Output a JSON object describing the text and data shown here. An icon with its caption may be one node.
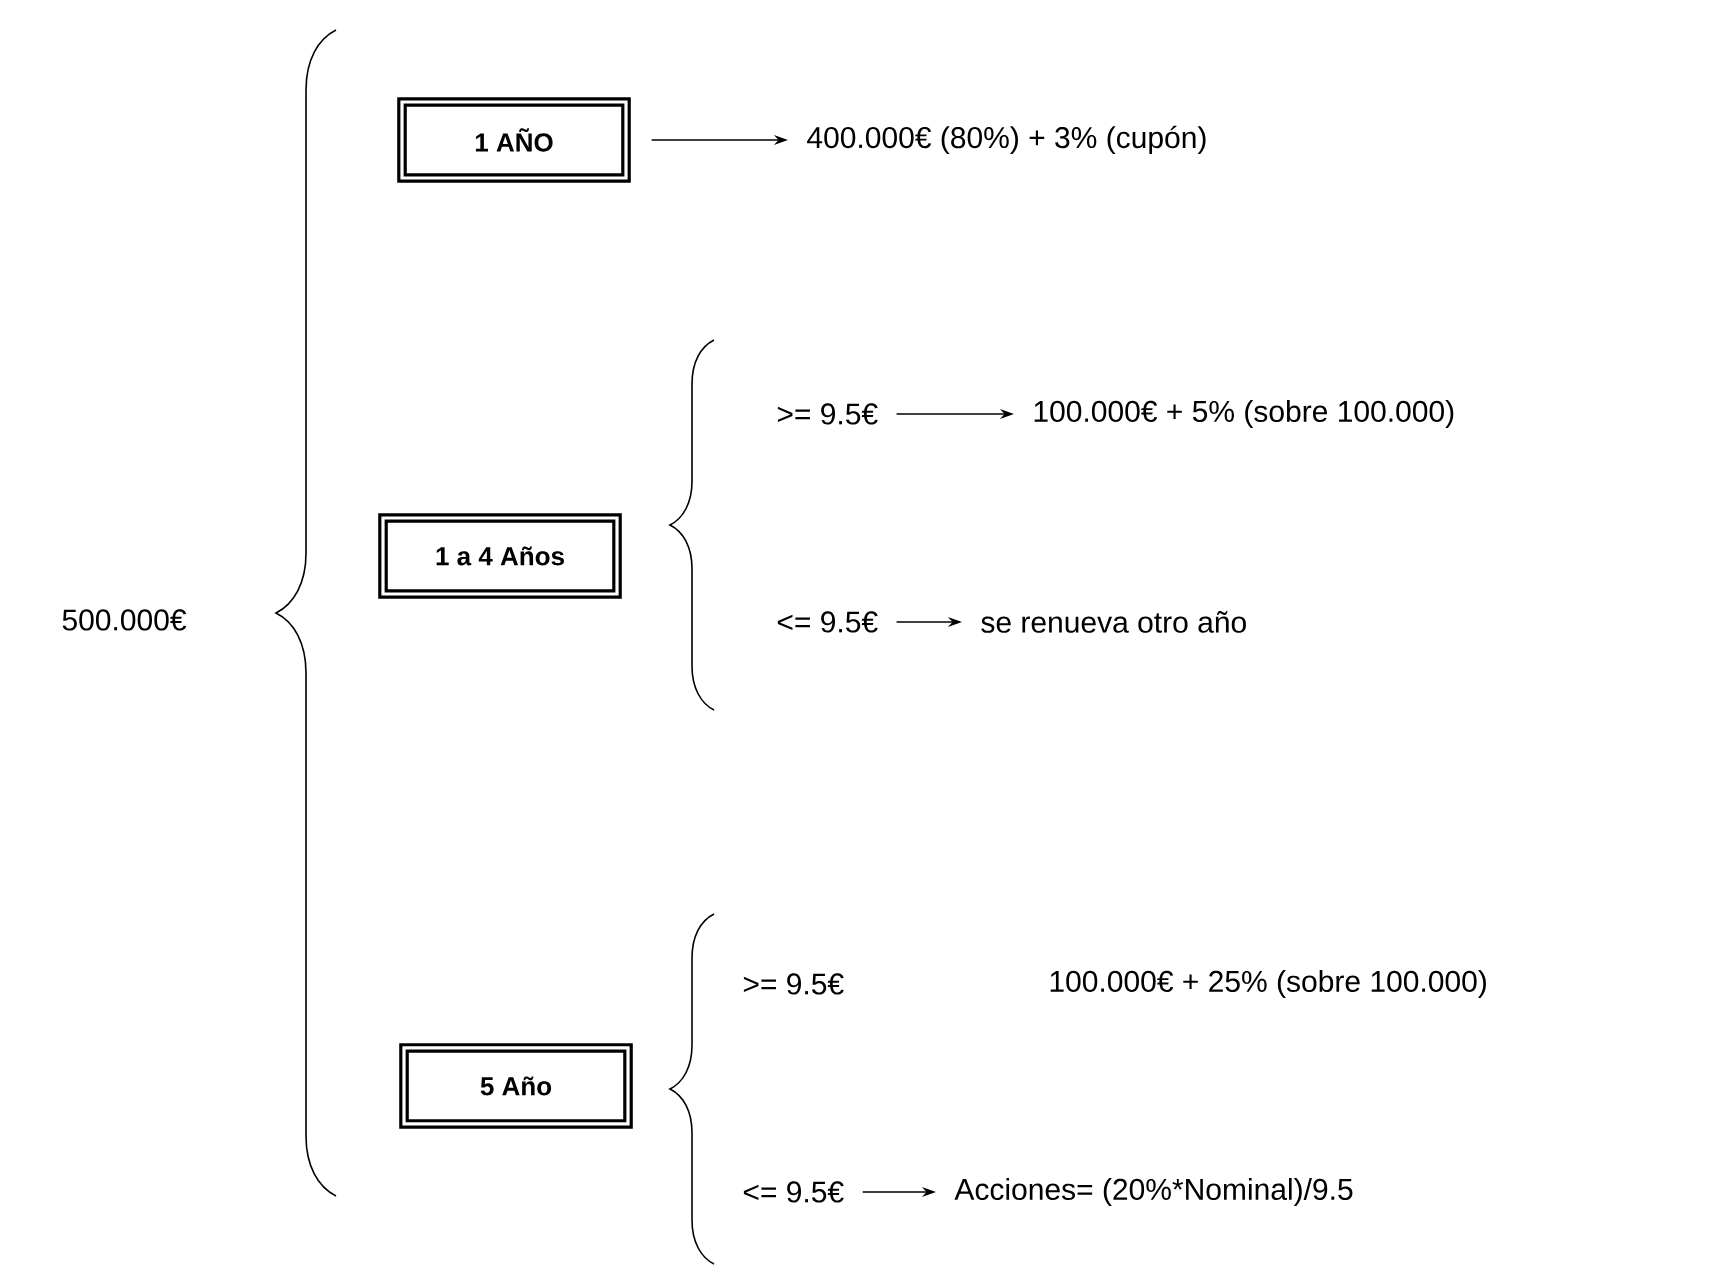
{
  "diagram": {
    "nodes": [
      {
        "text": [
          "1 AÑO"
        ]
      },
      {
        "text": [
          "400.000€ (80%) + 3% (cupón)"
        ]
      },
      {
        "text": [
          "1 a 4 Años"
        ]
      },
      {
        "text": [
          ">= 9.5€"
        ]
      },
      {
        "text": [
          "100.000€ + 5% (sobre 100.000)"
        ]
      },
      {
        "text": [
          "<= 9.5€"
        ]
      },
      {
        "text": [
          "se renueva otro año"
        ]
      },
      {
        "text": [
          "5 Año"
        ]
      },
      {
        "text": [
          "<= 9.5€"
        ]
      },
      {
        "text": [
          "Acciones= (20%*Nominal)/9.5"
        ]
      }
    ],
    "edges": [
      {
        "from": 0,
        "to": 1,
        "arrow": "to"
      },
      {
        "from": 3,
        "to": 4,
        "arrow": "to"
      },
      {
        "from": 5,
        "to": 6,
        "arrow": "to"
      },
      {
        "from": 8,
        "to": 9,
        "arrow": "to"
      }
    ],
    "labels": [
      "500.000€",
      ">= 9.5€",
      "100.000€ + 25% (sobre 100.000)"
    ]
  }
}
